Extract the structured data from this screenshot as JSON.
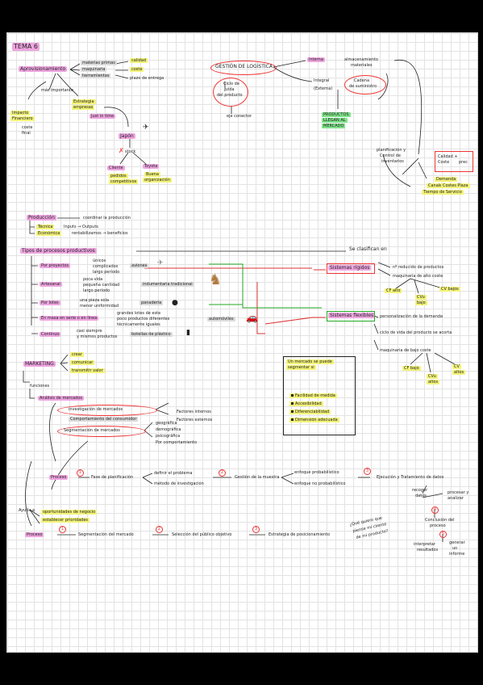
{
  "title": "TEMA 6",
  "aprov": {
    "label": "Aprovisionamiento",
    "items": [
      "materias primas",
      "maquinaria",
      "herramientas"
    ],
    "right": [
      "calidad",
      "coste",
      "plazo de entrega"
    ],
    "mas_importante": "más importante",
    "impacto": [
      "Impacto",
      "Financiero",
      "coste",
      "final"
    ],
    "estrategia": [
      "Estrategia",
      "empresas"
    ],
    "just": "Just in time",
    "japon": "Japón",
    "stock": "stock",
    "cliente": "Cliente",
    "clientes_sub": [
      "pedidos",
      "competitivos"
    ],
    "toyota": "Toyota",
    "toyota_sub": [
      "Buena",
      "organización"
    ]
  },
  "logistica": {
    "label": "GESTIÓN DE LOGÍSTICA",
    "interna": "Interna",
    "interna_sub": [
      "almacenamiento",
      "materiales"
    ],
    "integral": "Integral",
    "externa": "(Externa)",
    "cadena": [
      "Cadena",
      "de suministro"
    ],
    "ciclo": [
      "Ciclo de",
      "vida",
      "del producto"
    ],
    "eje": "eje conector",
    "productos": [
      "PRODUCTOS",
      "LLEGAN AL",
      "MERCADO"
    ],
    "planif": [
      "planificación y",
      "Control de",
      "inventarios"
    ],
    "calidad": [
      "Calidad +",
      "Coste",
      "prec"
    ],
    "demanda": [
      "Demanda",
      "Canales",
      "Costes Plaza",
      "Tiempo de Servicio"
    ]
  },
  "produccion": {
    "label": "Producción",
    "coord": "coordinar la producción",
    "tecnica": "Técnica",
    "tecnica_txt": "Inputs → Outputs",
    "economica": "Económica",
    "economica_txt": "rentabilizamos → beneficios"
  },
  "tipos": {
    "label": "Tipos de procesos productivos",
    "se_clasifican": "Se clasifican en",
    "items": [
      {
        "label": "Por proyectos",
        "desc": [
          "únicos",
          "complicados",
          "largo período"
        ],
        "ex": "aviones"
      },
      {
        "label": "Artesanal",
        "desc": [
          "poca vida",
          "pequeña cantidad",
          "largo período"
        ],
        "ex": "indumentaria tradicional"
      },
      {
        "label": "Por lotes",
        "desc": [
          "una pieza sola",
          "menor uniformidad"
        ],
        "ex": "panadería"
      },
      {
        "label": "En masa en serie o en línea",
        "desc": [
          "grandes lotes de este",
          "poco productos diferentes",
          "técnicamente iguales"
        ],
        "ex": "automóviles"
      },
      {
        "label": "Continuo",
        "desc": [
          "casi siempre",
          "y mismos productos"
        ],
        "ex": "botellas de plástico"
      }
    ],
    "rigidos": "Sistemas rígidos",
    "rigidos_items": [
      "nº reducido de productos",
      "maquinaria de alto coste"
    ],
    "cf_alto": "CF alto",
    "cv_bajo": "CV bajos",
    "cvu": [
      "CVu",
      "bajo"
    ],
    "flexibles": "Sistemas flexibles",
    "flex_items": [
      "personalización de la demanda",
      "ciclo de vida del producto se acorta",
      "maquinaria de bajo coste"
    ],
    "cf_bajo": "CF bajo",
    "cvu2": [
      "CVu",
      "altos"
    ],
    "cv_altos": [
      "CV",
      "altos"
    ]
  },
  "marketing": {
    "label": "MARKETING",
    "verbs": [
      "crear",
      "comunicar",
      "transmitir valor"
    ],
    "funciones": "funciones",
    "analisis": "Análisis de mercados",
    "investigacion": "investigación de mercados",
    "comportamiento": "Comportamiento del consumidor",
    "factores": [
      "Factores internos",
      "Factores externos"
    ],
    "segmentacion": "Segmentación de mercados",
    "seg_items": [
      "geográfica",
      "demográfica",
      "psicográfica",
      "Por comportamiento"
    ],
    "box_title": [
      "Un mercado se puede",
      "segmentar si"
    ],
    "box_items": [
      "Facilidad de medida",
      "Accesibilidad",
      "Diferenciabilidad",
      "Dimensión adecuada"
    ]
  },
  "proceso1": {
    "label": "Proceso",
    "nums": [
      "1",
      "2",
      "3",
      "4",
      "5"
    ],
    "fase": "Fase de planificación",
    "fase_sub": [
      "definir el problema",
      "método de investigación"
    ],
    "gestion": "Gestión de la muestra",
    "gestion_sub": [
      "enfoque probabilístico",
      "enfoque no probabilístico"
    ],
    "ejecucion": "Ejecución y Tratamiento de datos",
    "recoger": [
      "recoger",
      "datos"
    ],
    "procesar": [
      "procesar y",
      "analizar"
    ],
    "conclusion": [
      "Conclusión del",
      "proceso"
    ],
    "interpretar": [
      "interpretar",
      "resultados"
    ],
    "generar": [
      "generar",
      "un",
      "informe"
    ]
  },
  "ayuda": {
    "label": "Ayuda a",
    "items": [
      "oportunidades de negocio",
      "establecer prioridades"
    ]
  },
  "proceso2": {
    "label": "Proceso",
    "nums": [
      "1",
      "2",
      "3"
    ],
    "seg": "Segmentación del mercado",
    "sel": "Selección del público objetivo",
    "est": "Estrategia de posicionamiento",
    "q": [
      "¿Qué quiero que",
      "piense mi cliente",
      "de mi producto?"
    ]
  }
}
